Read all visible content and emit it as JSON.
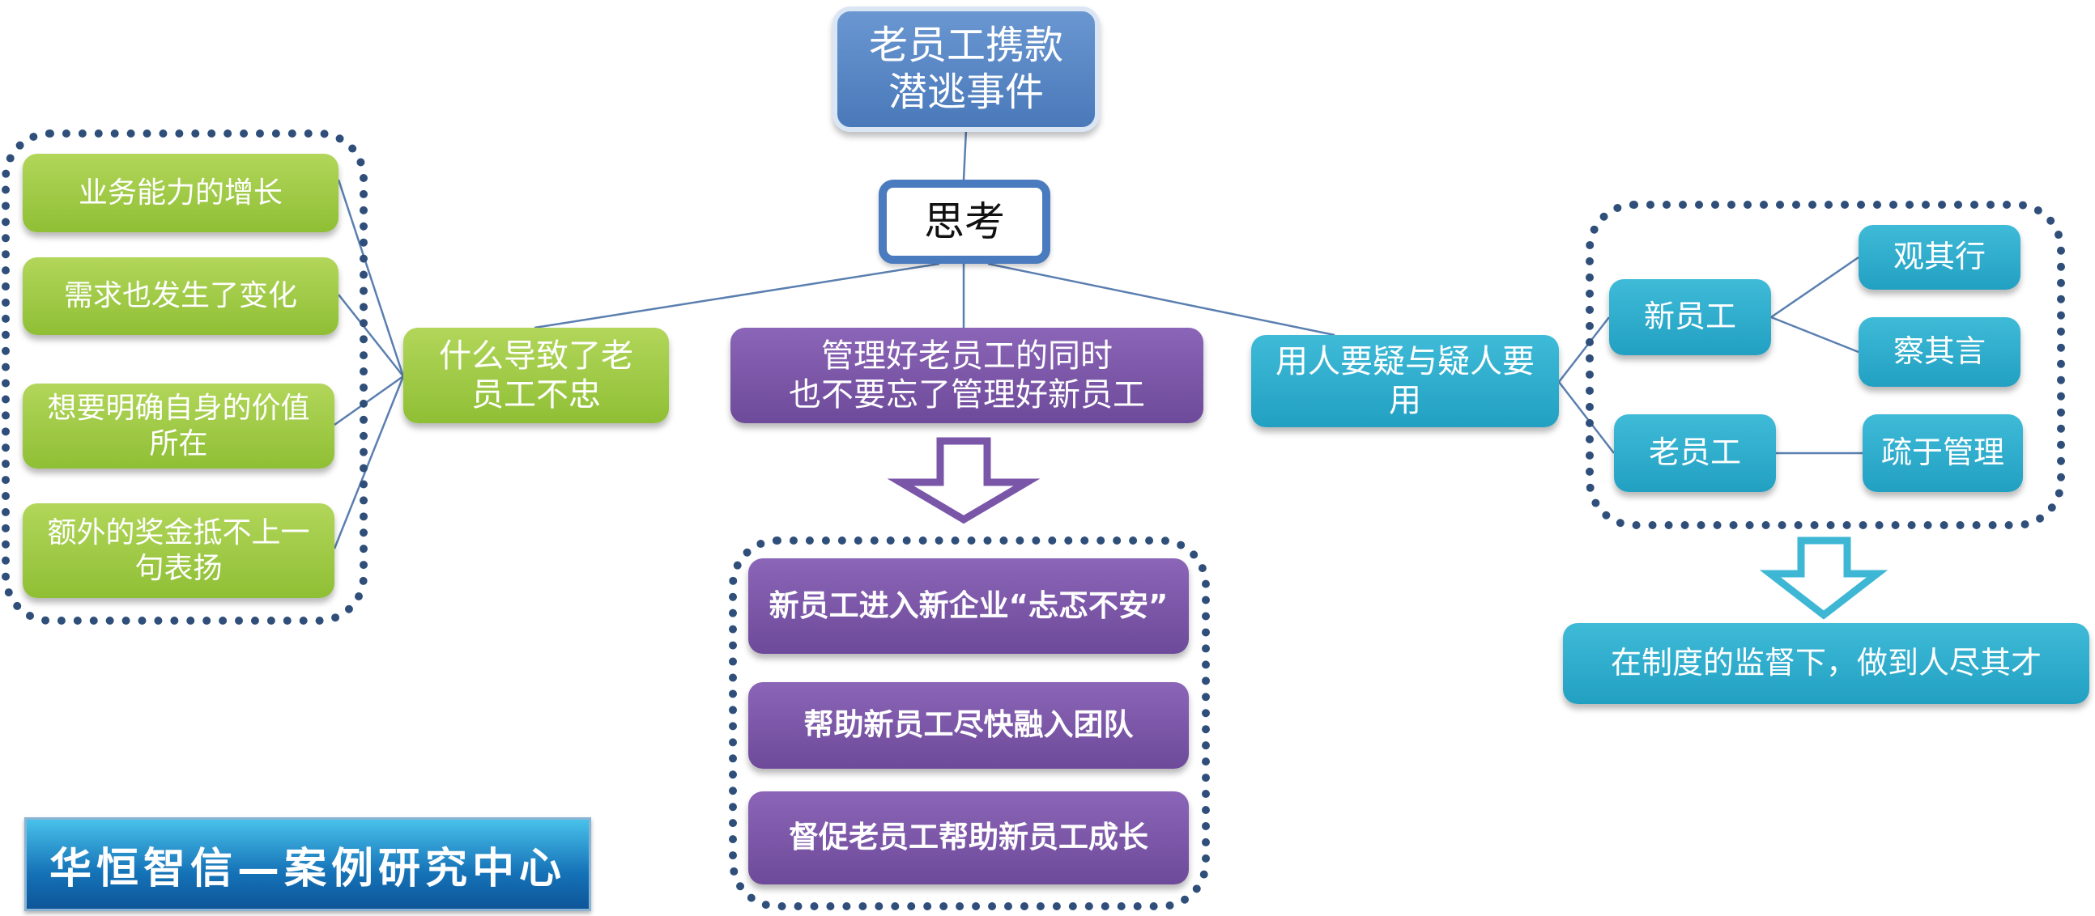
{
  "top_node": "老员工携款\n潜逃事件",
  "think_node": "思考",
  "left": {
    "main": "什么导致了老\n员工不忠",
    "items": [
      "业务能力的增长",
      "需求也发生了变化",
      "想要明确自身的价值\n所在",
      "额外的奖金抵不上一\n句表扬"
    ]
  },
  "middle": {
    "main": "管理好老员工的同时\n也不要忘了管理好新员工",
    "items": [
      "新员工进入新企业“忐忑不安”",
      "帮助新员工尽快融入团队",
      "督促老员工帮助新员工成长"
    ]
  },
  "right": {
    "main": "用人要疑与疑人要\n用",
    "new_staff": "新员工",
    "old_staff": "老员工",
    "observe_action": "观其行",
    "observe_words": "察其言",
    "neglect": "疏于管理",
    "result": "在制度的监督下，做到人尽其才"
  },
  "banner": "华恒智信—案例研究中心",
  "colors": {
    "green": "#9cc845",
    "purple": "#7a56a8",
    "teal": "#2eadcd",
    "blue": "#4f81bd",
    "dotted_border": "#2f4f7a"
  }
}
